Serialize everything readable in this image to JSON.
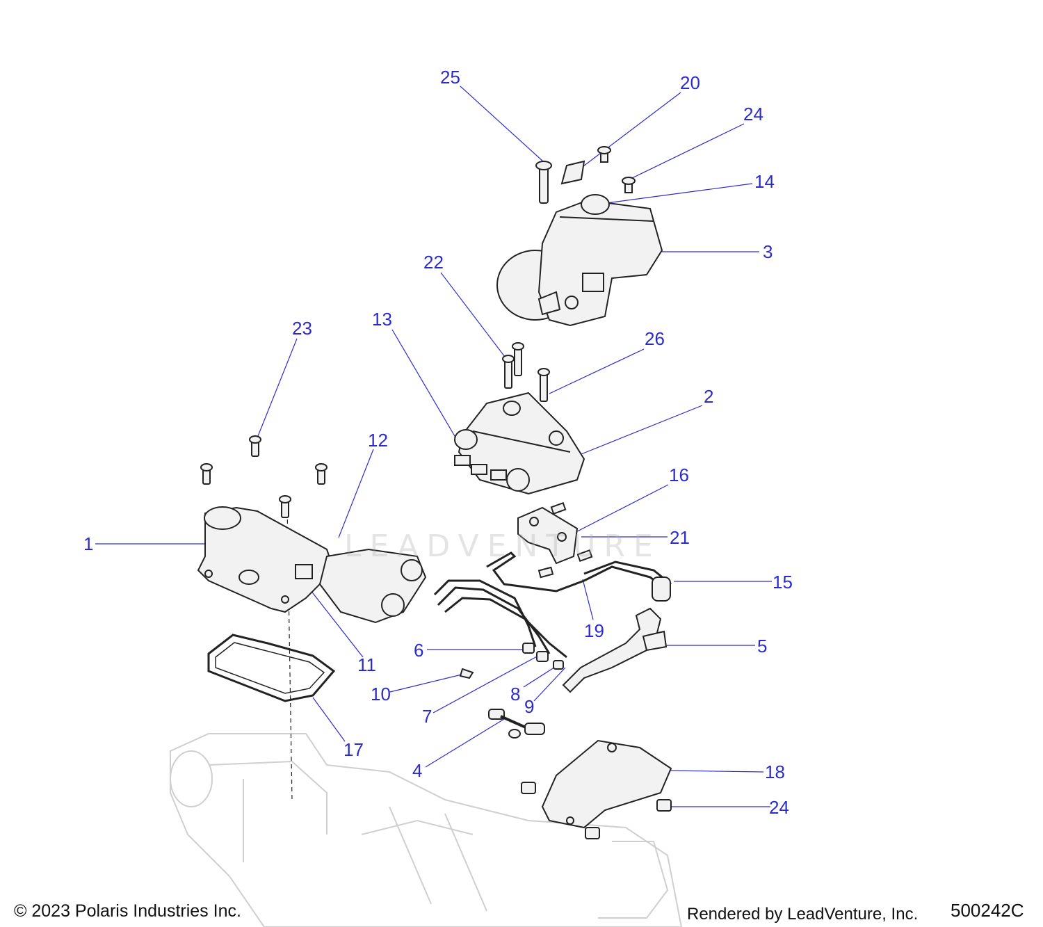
{
  "colors": {
    "callout": "#2b2bcc",
    "part_fill": "#f2f2f2",
    "part_stroke": "#222222",
    "ghost_stroke": "#cfcfcf"
  },
  "callouts": [
    "25",
    "20",
    "24",
    "14",
    "3",
    "22",
    "13",
    "26",
    "2",
    "23",
    "12",
    "16",
    "21",
    "1",
    "15",
    "19",
    "11",
    "6",
    "5",
    "10",
    "8",
    "9",
    "7",
    "17",
    "4",
    "18",
    "24"
  ],
  "watermark": "LEADVENTURE",
  "footer": {
    "copyright": "© 2023 Polaris Industries Inc.",
    "rendered_by": "Rendered by LeadVenture, Inc.",
    "diagram_id": "500242C"
  }
}
